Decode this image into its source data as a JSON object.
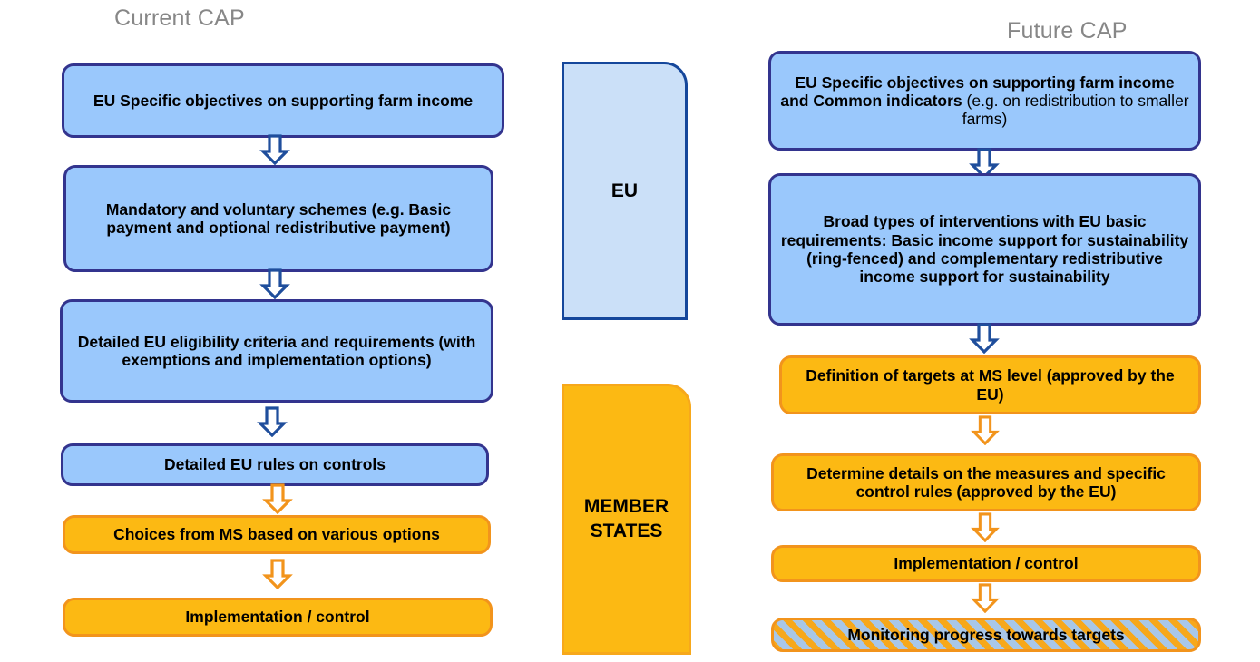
{
  "columns": {
    "left_title": "Current CAP",
    "right_title": "Future CAP"
  },
  "pillars": {
    "eu": "EU",
    "member_states_line1": "MEMBER",
    "member_states_line2": "STATES"
  },
  "left_column": {
    "boxes": [
      {
        "id": "eu-objectives",
        "style": "blue",
        "text": "EU Specific objectives on supporting farm income"
      },
      {
        "id": "schemes",
        "style": "blue",
        "text": "Mandatory and voluntary schemes (e.g. Basic payment and optional redistributive payment)"
      },
      {
        "id": "eligibility",
        "style": "blue",
        "text": "Detailed EU eligibility criteria and requirements (with exemptions and implementation options)"
      },
      {
        "id": "controls",
        "style": "blue",
        "text": "Detailed EU rules on controls"
      },
      {
        "id": "ms-choices",
        "style": "orange",
        "text": "Choices from MS based on various options"
      },
      {
        "id": "implementation",
        "style": "orange",
        "text": "Implementation / control"
      }
    ],
    "arrows": [
      {
        "id": "arrow-1",
        "color": "blue"
      },
      {
        "id": "arrow-2",
        "color": "blue"
      },
      {
        "id": "arrow-3",
        "color": "blue"
      },
      {
        "id": "arrow-4",
        "color": "orange"
      },
      {
        "id": "arrow-5",
        "color": "orange"
      }
    ]
  },
  "right_column": {
    "boxes": [
      {
        "id": "eu-objectives-indicators",
        "style": "blue",
        "text_bold": "EU Specific objectives on supporting farm income and Common indicators",
        "text_normal": " (e.g. on redistribution to smaller farms)"
      },
      {
        "id": "broad-interventions",
        "style": "blue",
        "text": "Broad types of interventions with EU basic requirements: Basic income support  for sustainability (ring-fenced) and complementary redistributive income support for sustainability"
      },
      {
        "id": "targets-ms-level",
        "style": "orange",
        "text": "Definition of targets at MS level (approved by the EU)"
      },
      {
        "id": "measure-details",
        "style": "orange",
        "text": "Determine details on the measures and specific control rules (approved by the EU)"
      },
      {
        "id": "implementation",
        "style": "orange",
        "text": "Implementation / control"
      },
      {
        "id": "monitoring",
        "style": "hatch",
        "text": "Monitoring  progress towards targets"
      }
    ],
    "arrows": [
      {
        "id": "arrow-1",
        "color": "blue"
      },
      {
        "id": "arrow-2",
        "color": "blue"
      },
      {
        "id": "arrow-3",
        "color": "orange"
      },
      {
        "id": "arrow-4",
        "color": "orange"
      },
      {
        "id": "arrow-5",
        "color": "orange"
      }
    ]
  },
  "colors": {
    "blue_fill": "#9AC8FC",
    "blue_border": "#33348E",
    "orange_fill": "#FCB913",
    "orange_border": "#F2941C",
    "eu_pillar_fill": "#CBE0F8",
    "eu_pillar_border": "#15479B",
    "hatch_base": "#A8C7E8",
    "hatch_stripe": "#F7A81B",
    "title_gray": "#878787",
    "text_black": "#000000"
  }
}
